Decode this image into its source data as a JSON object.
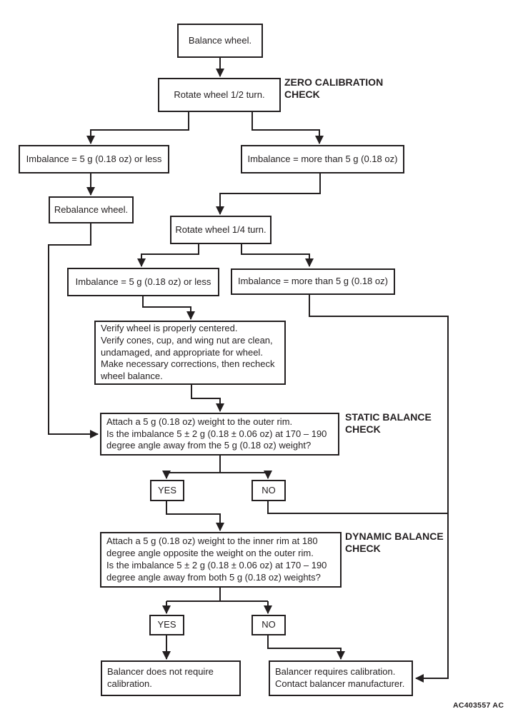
{
  "title": "Wheel balancer calibration check flowchart",
  "colors": {
    "background": "#ffffff",
    "line": "#231f20",
    "box_border": "#231f20",
    "text": "#231f20"
  },
  "nodes": {
    "balance_wheel": {
      "text": "Balance wheel."
    },
    "rotate_half": {
      "text": "Rotate wheel 1/2 turn."
    },
    "imbalance1_less": {
      "text": "Imbalance = 5 g (0.18 oz) or less"
    },
    "imbalance1_more": {
      "text": "Imbalance = more than 5 g (0.18 oz)"
    },
    "rebalance": {
      "text": "Rebalance wheel."
    },
    "rotate_quarter": {
      "text": "Rotate wheel 1/4 turn."
    },
    "imbalance2_less": {
      "text": "Imbalance = 5 g (0.18 oz) or less"
    },
    "imbalance2_more": {
      "text": "Imbalance = more than 5 g (0.18 oz)"
    },
    "verify": {
      "text": "Verify wheel is properly centered.\nVerify cones, cup, and wing nut are clean,\nundamaged, and appropriate for wheel.\nMake necessary corrections, then recheck\nwheel balance."
    },
    "static_check": {
      "text": "Attach a 5 g (0.18 oz) weight to the outer rim.\nIs the imbalance 5 ± 2 g (0.18 ± 0.06 oz) at 170 – 190\ndegree angle away from the 5 g (0.18 oz) weight?"
    },
    "yes1": {
      "text": "YES"
    },
    "no1": {
      "text": "NO"
    },
    "dynamic_check": {
      "text": "Attach a 5 g (0.18 oz) weight to the inner rim at 180\ndegree angle opposite the weight on the outer rim.\nIs the imbalance 5 ± 2 g (0.18 ± 0.06 oz) at 170 – 190\ndegree angle away from both 5 g (0.18 oz) weights?"
    },
    "yes2": {
      "text": "YES"
    },
    "no2": {
      "text": "NO"
    },
    "result_no_calibration": {
      "text": "Balancer does not require\ncalibration."
    },
    "result_calibration": {
      "text": "Balancer requires calibration.\nContact balancer manufacturer."
    }
  },
  "section_labels": {
    "zero": "ZERO CALIBRATION\nCHECK",
    "static": "STATIC BALANCE\nCHECK",
    "dynamic": "DYNAMIC BALANCE\nCHECK"
  },
  "footer": {
    "figure_code": "AC403557 AC"
  }
}
